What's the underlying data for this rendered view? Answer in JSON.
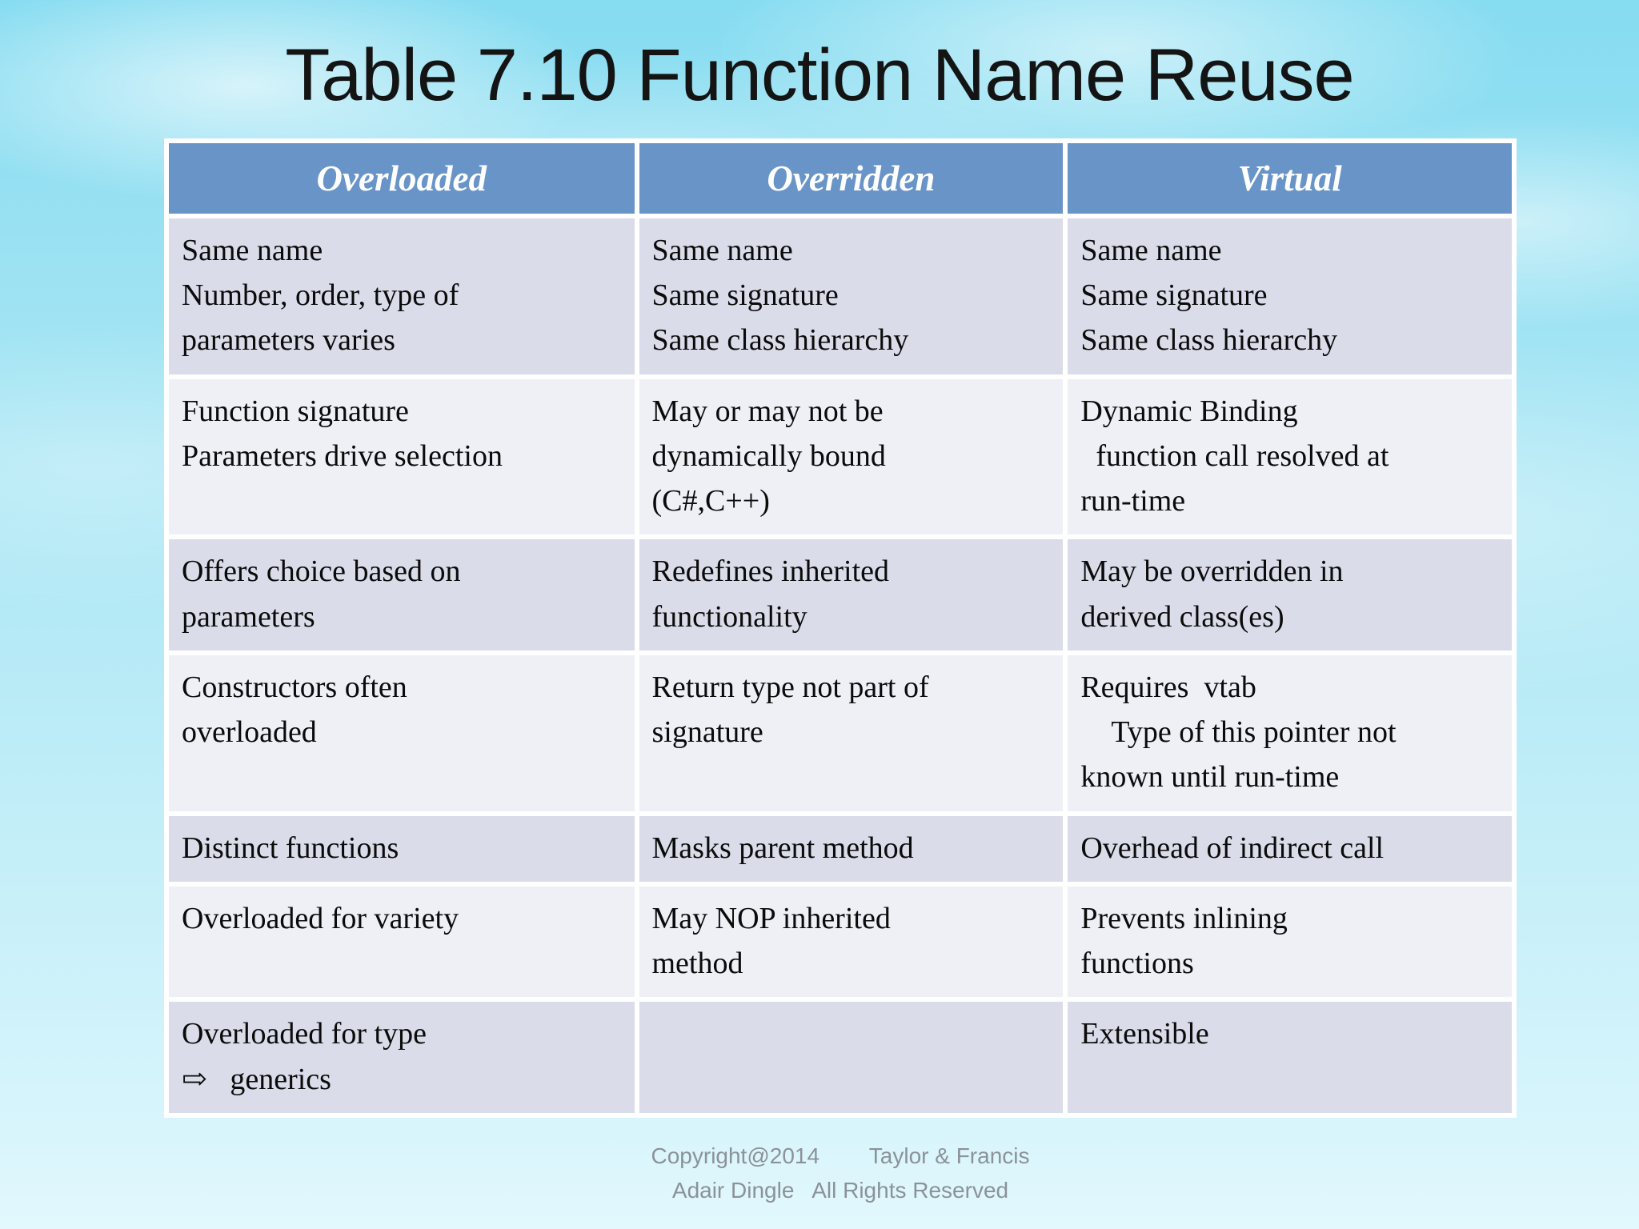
{
  "slide": {
    "title": "Table 7.10 Function Name Reuse",
    "table": {
      "headers": [
        "Overloaded",
        "Overridden",
        "Virtual"
      ],
      "rows": [
        {
          "cells": [
            "Same name\nNumber, order, type of\nparameters varies",
            "Same name\nSame signature\nSame class hierarchy",
            "Same name\nSame signature\nSame class hierarchy"
          ]
        },
        {
          "cells": [
            "Function signature\nParameters drive selection",
            "May or may not be\ndynamically bound\n(C#,C++)",
            "Dynamic Binding\n  function call resolved at\nrun-time"
          ]
        },
        {
          "cells": [
            "Offers choice based on\nparameters",
            "Redefines inherited\nfunctionality",
            "May be overridden in\nderived class(es)"
          ]
        },
        {
          "cells": [
            "Constructors often\noverloaded",
            "Return type not part of\nsignature",
            "Requires  vtab\n    Type of this pointer not\nknown until run-time"
          ]
        },
        {
          "cells": [
            "Distinct functions",
            "Masks parent method",
            "Overhead of indirect call"
          ]
        },
        {
          "cells": [
            "Overloaded for variety",
            "May NOP inherited\nmethod",
            "Prevents inlining\nfunctions"
          ]
        },
        {
          "cells": [
            "Overloaded for type\n⇨   generics",
            "",
            "Extensible"
          ]
        }
      ]
    },
    "footer": {
      "line1": "Copyright@2014        Taylor & Francis",
      "line2": "Adair Dingle   All Rights Reserved"
    },
    "colors": {
      "header_blue": "#6994c8",
      "row_odd": "#dadce9",
      "row_even": "#eef0f6",
      "sky_top": "#86dcf1",
      "sky_bottom": "#e2f8fd",
      "footer_text": "#8b9298"
    }
  }
}
